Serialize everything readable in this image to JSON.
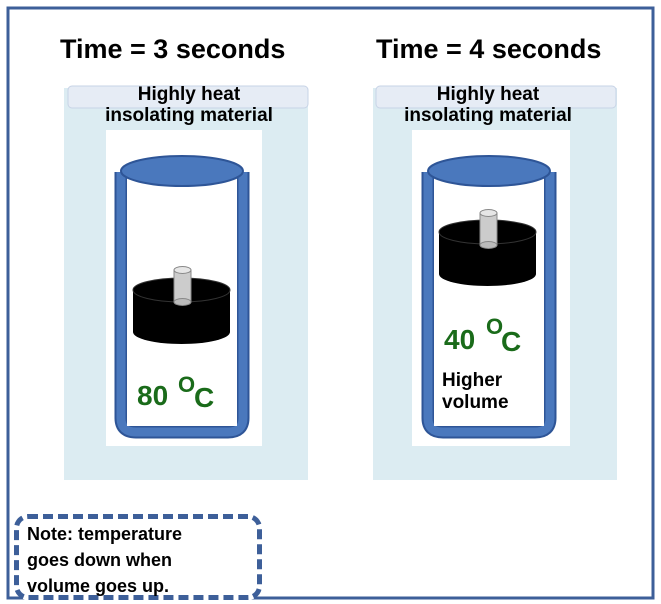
{
  "panels": [
    {
      "title": "Time = 3 seconds",
      "insulation_label_line1": "Highly heat",
      "insulation_label_line2": "insolating  material",
      "temperature_value": "80",
      "temperature_degree": "O",
      "temperature_unit": "C"
    },
    {
      "title": "Time = 4 seconds",
      "insulation_label_line1": "Highly heat",
      "insulation_label_line2": "insolating  material",
      "temperature_value": "40",
      "temperature_degree": "O",
      "temperature_unit": "C",
      "volume_label_line1": "Higher",
      "volume_label_line2": "volume"
    }
  ],
  "note": {
    "line1": "Note: temperature",
    "line2": "goes down when",
    "line3": "volume goes up."
  },
  "colors": {
    "frame_border": "#3d5f99",
    "insulation_fill": "#dcecf2",
    "label_band_fill": "#e6ecf5",
    "cylinder_blue": "#4a78bd",
    "cylinder_outline": "#2e5597",
    "piston_fill": "#000000",
    "rod_fill": "#cccccc",
    "temperature_text": "#1a6b1a"
  }
}
